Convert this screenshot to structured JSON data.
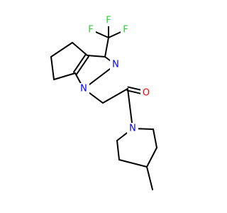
{
  "colors": {
    "bond": "#000000",
    "N": "#0000ff",
    "O": "#ff0000",
    "F": "#33cc33",
    "background": "#ffffff"
  },
  "atoms": [
    {
      "id": "F1",
      "label": "F",
      "element": "F"
    },
    {
      "id": "F2",
      "label": "F",
      "element": "F"
    },
    {
      "id": "F3",
      "label": "F",
      "element": "F"
    },
    {
      "id": "N_pyrazole_2",
      "label": "N",
      "element": "N"
    },
    {
      "id": "N_pyrazole_1",
      "label": "N",
      "element": "N"
    },
    {
      "id": "O_carbonyl",
      "label": "O",
      "element": "O"
    },
    {
      "id": "N_piperidine",
      "label": "N",
      "element": "N"
    }
  ]
}
